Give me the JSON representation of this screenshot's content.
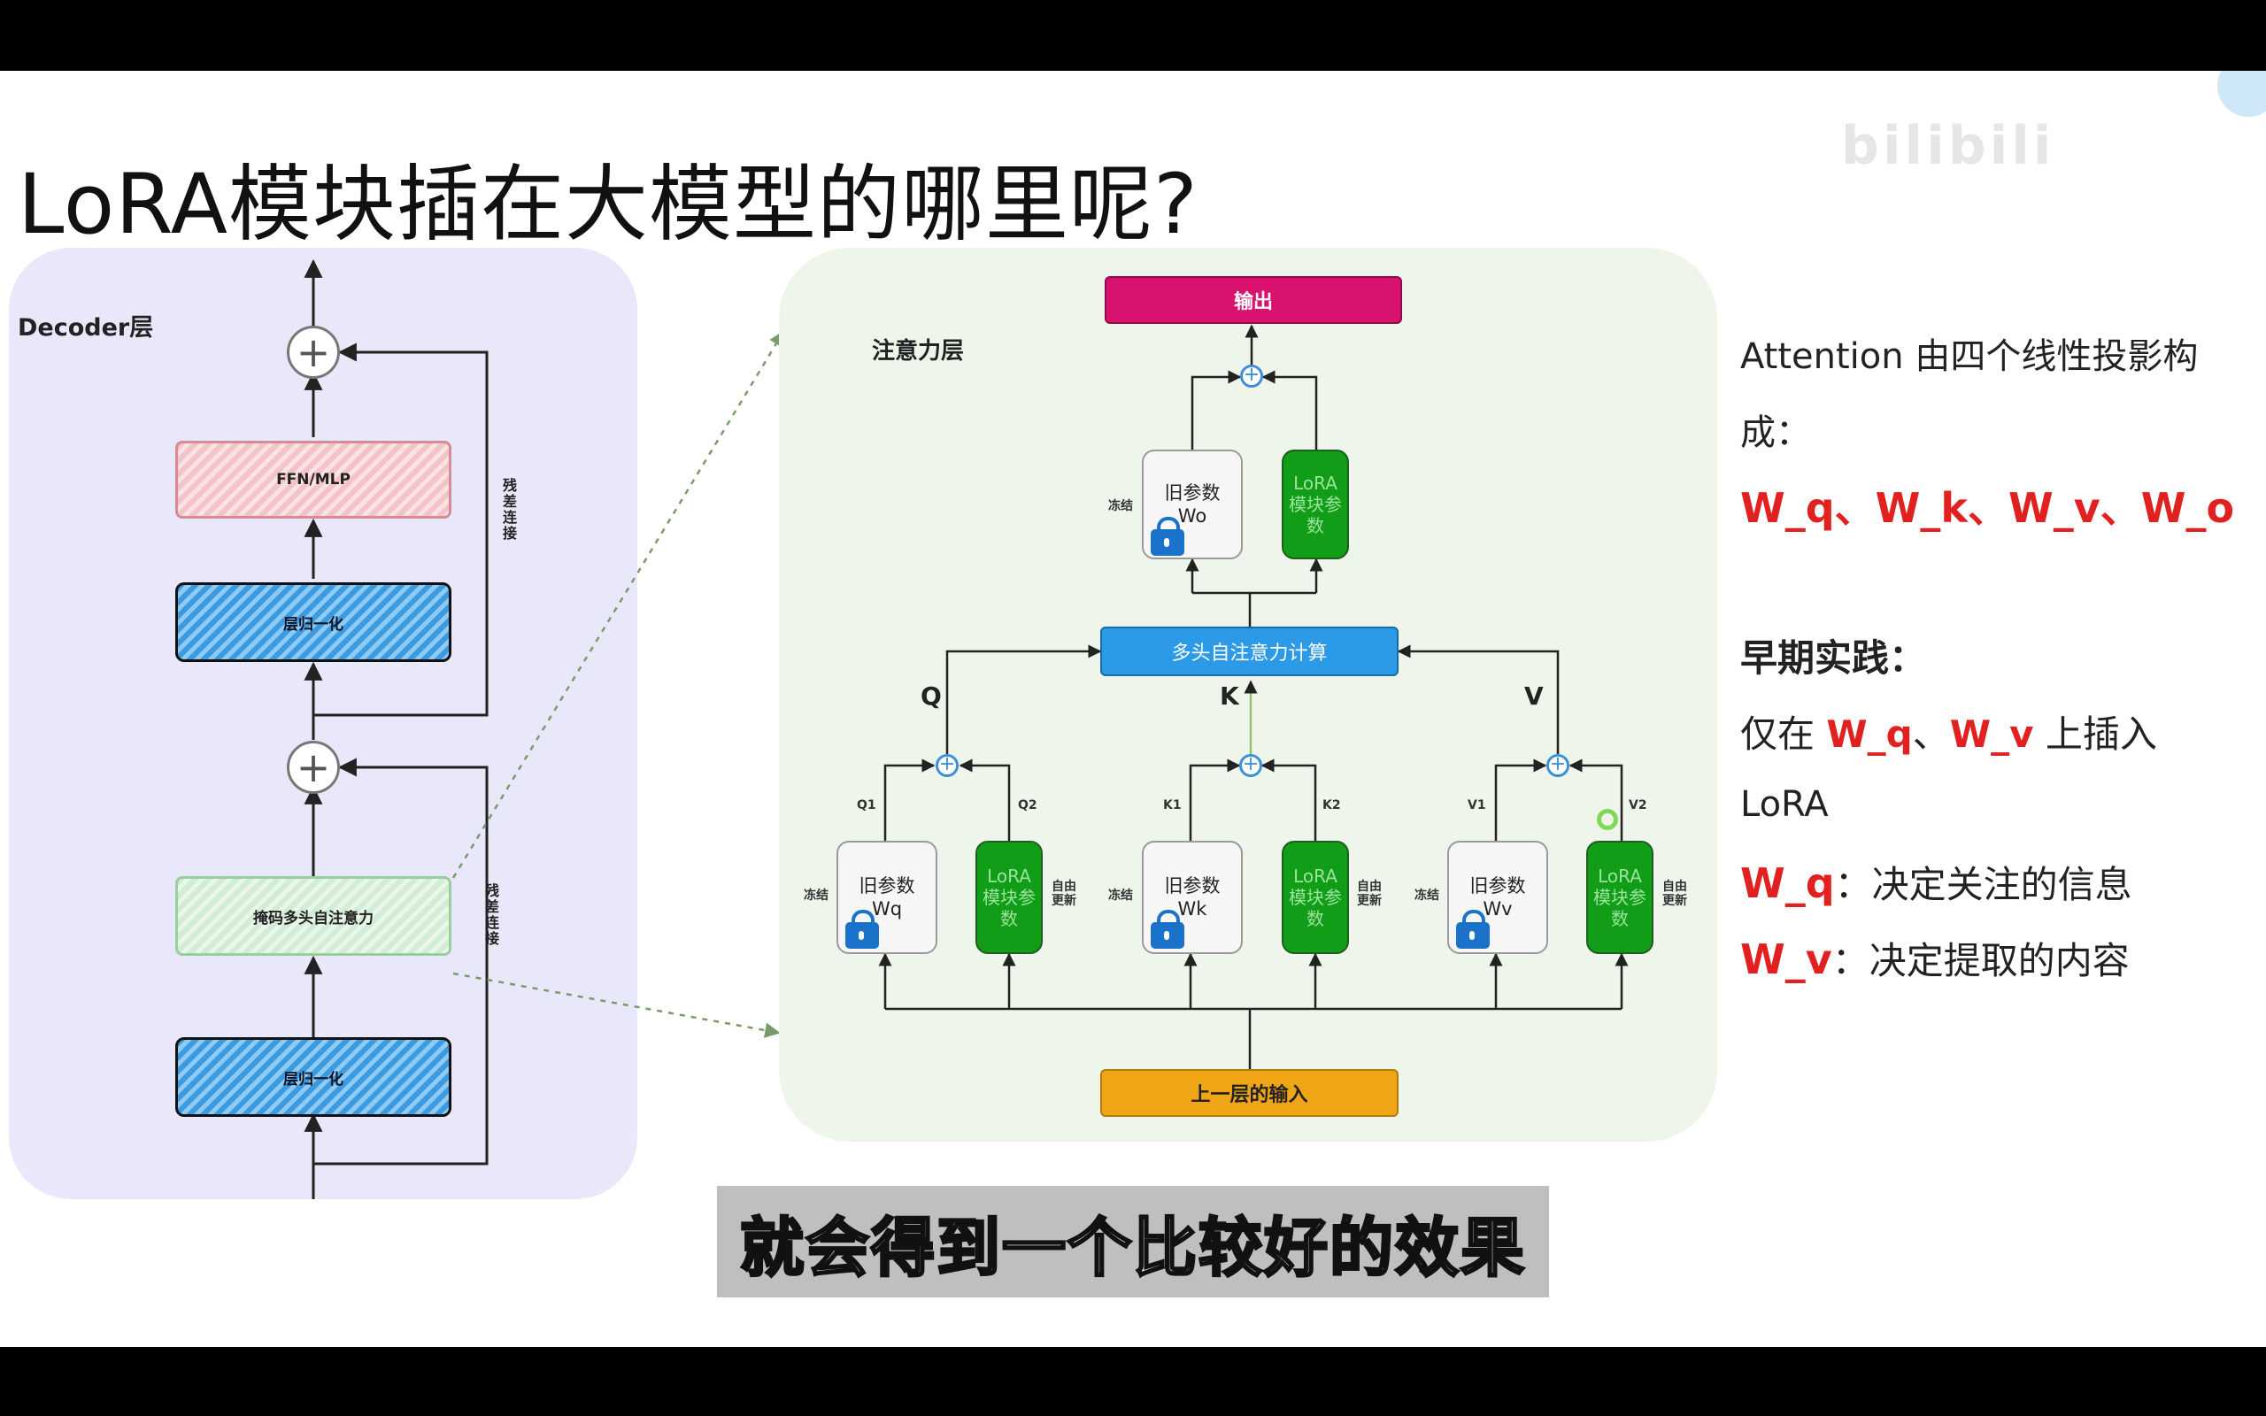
{
  "slide": {
    "title": "LoRA模块插在大模型的哪里呢?",
    "watermark": "bilibili"
  },
  "decoder": {
    "title": "Decoder层",
    "ffn": "FFN/MLP",
    "norm_top": "层归一化",
    "attention": "掩码多头自注意力",
    "norm_bottom": "层归一化",
    "residual_top": "残差连接",
    "residual_bottom": "残差连接"
  },
  "attention_layer": {
    "title": "注意力层",
    "output": "输出",
    "multihead": "多头自注意力计算",
    "input": "上一层的输入",
    "q": "Q",
    "k": "K",
    "v": "V",
    "frozen": "冻结",
    "free_update": "自由更新",
    "old_param": "旧参数",
    "lora_param": "LoRA模块参数",
    "wo": "Wo",
    "wq": "Wq",
    "wk": "Wk",
    "wv": "Wv",
    "q1": "Q1",
    "q2": "Q2",
    "k1": "K1",
    "k2": "K2",
    "v1": "V1",
    "v2": "V2"
  },
  "explanation": {
    "line1": "Attention 由四个线性投影构",
    "line2": "成：",
    "projections": "W_q、W_k、W_v、W_o",
    "early_title": "早期实践：",
    "insert_prefix": "仅在 ",
    "wq": "W_q",
    "sep": "、",
    "wv": "W_v",
    "insert_suffix": " 上插入",
    "lora": "LoRA",
    "wq_colon": "：决定关注的信息",
    "wv_colon": "：决定提取的内容"
  },
  "subtitle": "就会得到一个比较好的效果",
  "colors": {
    "output_box": "#d9126f",
    "multihead_box": "#2c9ae6",
    "input_box": "#f0a516",
    "lora_box": "#119d18",
    "accent_red": "#e0211f"
  }
}
